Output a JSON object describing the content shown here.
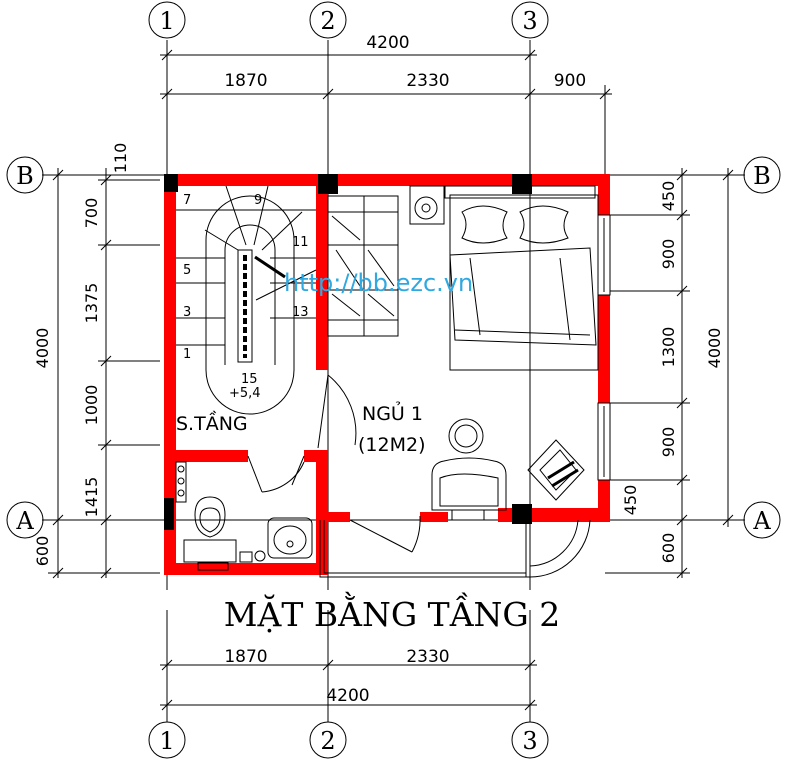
{
  "title": "MẶT BẰNG TẦNG 2",
  "watermark": "http://bb.ezc.vn",
  "grid_labels": {
    "cols": [
      "1",
      "2",
      "3"
    ],
    "rows": [
      "B",
      "A"
    ]
  },
  "top_dims": {
    "total": "4200",
    "seg1": "1870",
    "seg2": "2330",
    "overhang": "900"
  },
  "bottom_dims": {
    "seg1": "1870",
    "seg2": "2330",
    "total": "4200"
  },
  "left_dims": {
    "total": "4000",
    "d110": "110",
    "d700": "700",
    "d1375": "1375",
    "d1000": "1000",
    "d1415": "1415",
    "d600": "600"
  },
  "right_dims": {
    "total": "4000",
    "d450a": "450",
    "d900a": "900",
    "d1300": "1300",
    "d900b": "900",
    "d450b": "450",
    "d600": "600"
  },
  "rooms": {
    "stair": "S.TẦNG",
    "bedroom": "NGỦ 1",
    "bedroom_area": "(12M2)"
  },
  "stair": {
    "steps": [
      "1",
      "3",
      "5",
      "7",
      "9",
      "11",
      "13",
      "15"
    ],
    "level": "+5,4"
  }
}
